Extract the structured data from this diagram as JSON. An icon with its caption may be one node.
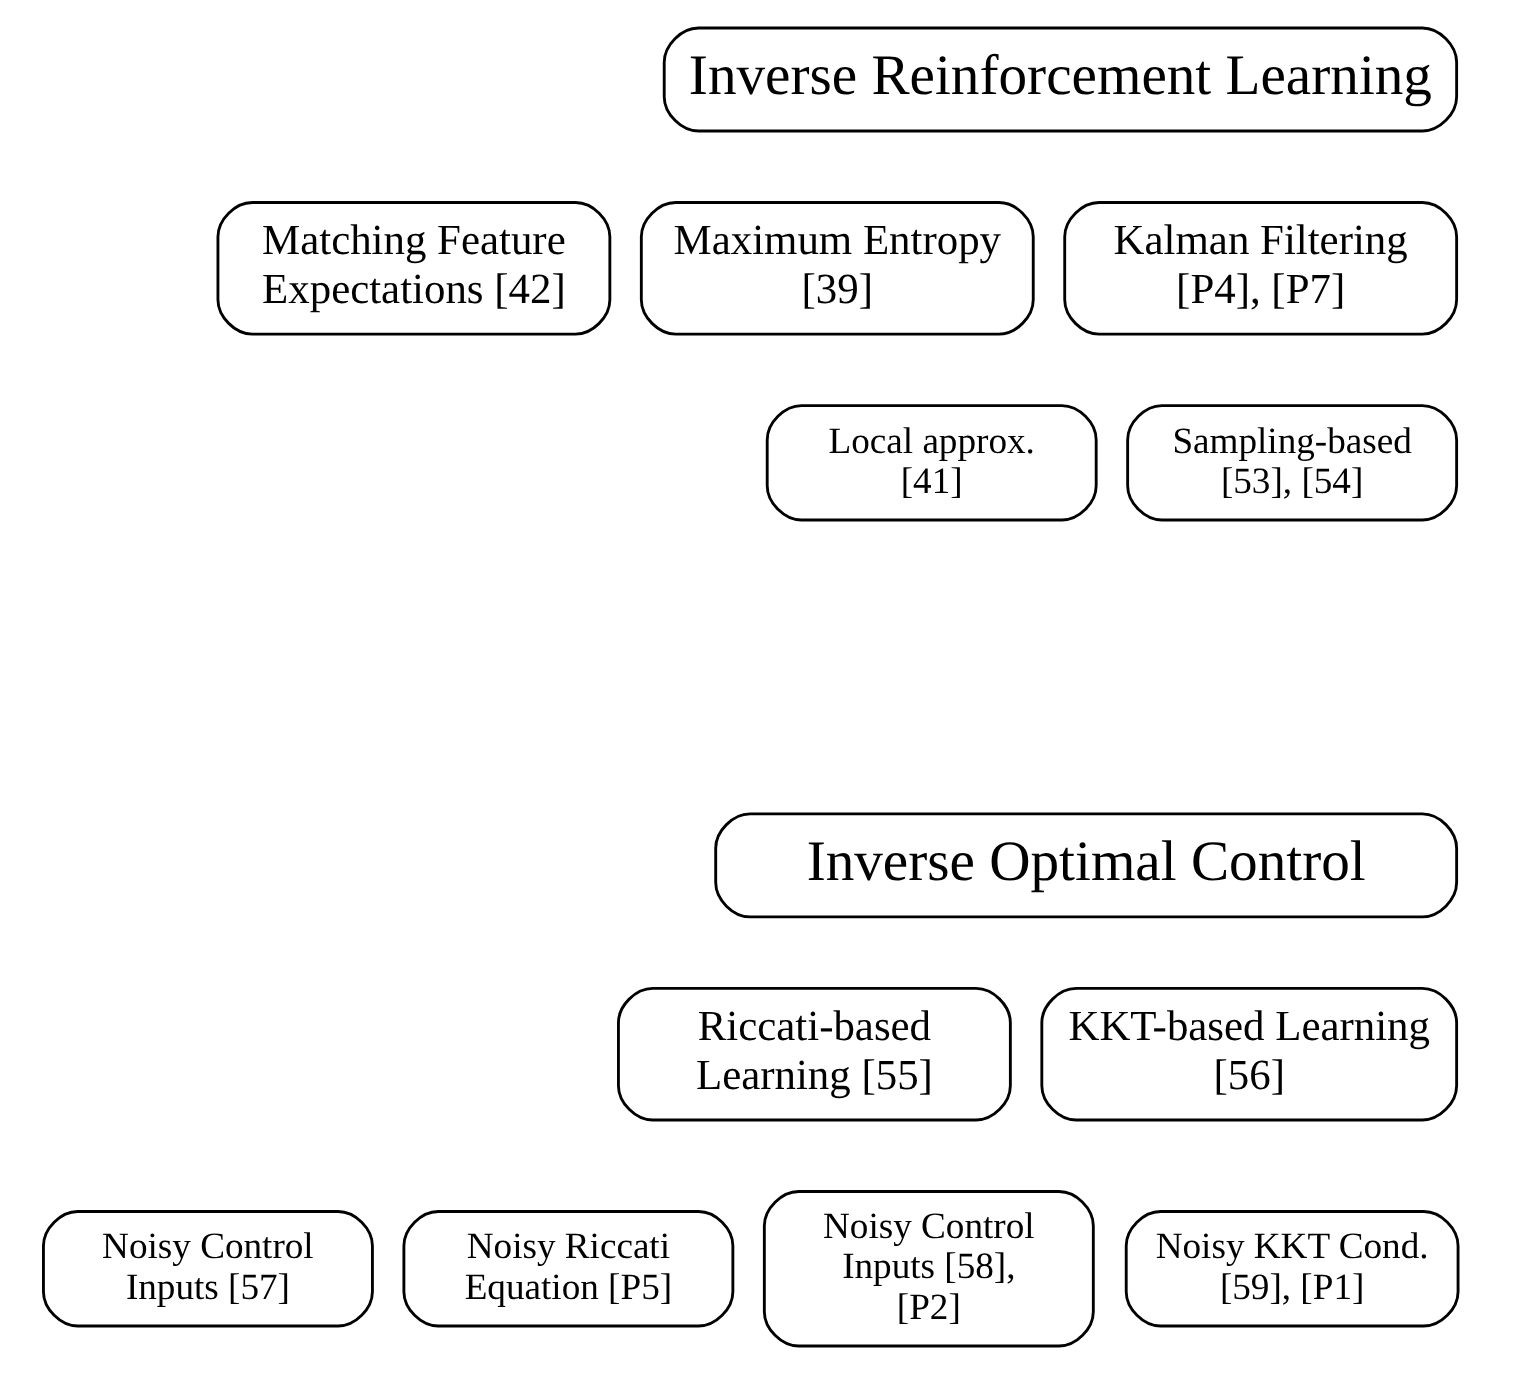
{
  "diagram": {
    "nodes": [
      {
        "text": [
          "Inverse Reinforcement Learning"
        ]
      },
      {
        "text": [
          "Matching Feature Expectations [42]"
        ]
      },
      {
        "text": [
          "Maximum Entropy [39]"
        ]
      },
      {
        "text": [
          "Kalman Filtering [P4], [P7]"
        ]
      },
      {
        "text": [
          "Local approx. [41]"
        ]
      },
      {
        "text": [
          "Sampling-based [53], [54]"
        ]
      },
      {
        "text": [
          "Inverse Optimal Control"
        ]
      },
      {
        "text": [
          "Riccati-based Learning [55]"
        ]
      },
      {
        "text": [
          "KKT-based Learning [56]"
        ]
      },
      {
        "text": [
          "Noisy Control Inputs [57]"
        ]
      },
      {
        "text": [
          "Noisy Riccati Equation [P5]"
        ]
      },
      {
        "text": [
          "Noisy Control Inputs [58], [P2]"
        ]
      },
      {
        "text": [
          "Noisy KKT Cond. [59], [P1]"
        ]
      }
    ]
  }
}
